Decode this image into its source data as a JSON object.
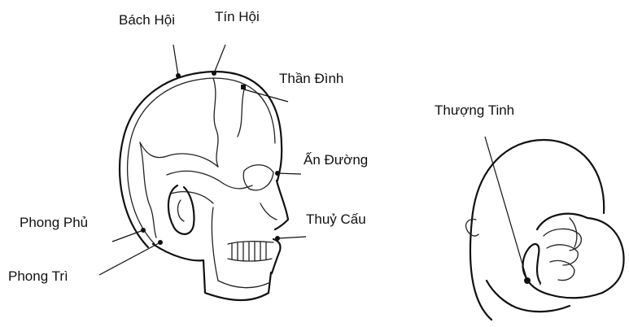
{
  "labels": {
    "bach_hoi": "Bách Hội",
    "tin_hoi": "Tín Hội",
    "than_dinh": "Thần Đình",
    "an_duong": "Ấn Đường",
    "thuy_cau": "Thuỷ Cấu",
    "phong_phu": "Phong Phủ",
    "phong_tri": "Phong Trì",
    "thuong_tinh": "Thượng Tinh"
  },
  "colors": {
    "ink": "#111111",
    "background": "#ffffff"
  },
  "icons": [
    "skull-profile-illustration",
    "head-back-hand-illustration"
  ]
}
